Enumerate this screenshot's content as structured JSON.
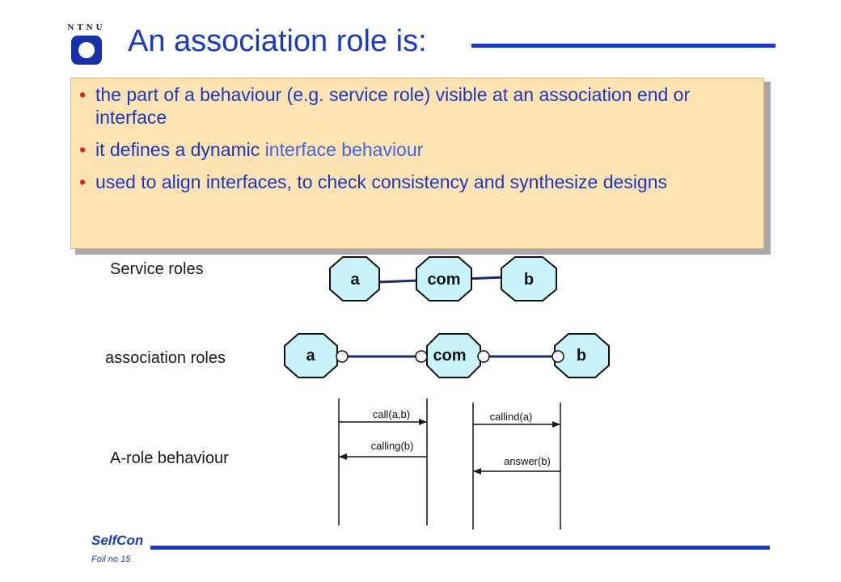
{
  "slide": {
    "logo_text": "NTNU",
    "title": "An association role is:",
    "bullets": [
      {
        "prefix": "the part of a behaviour (e.g. service role) visible at an association end or interface",
        "highlight": "",
        "suffix": ""
      },
      {
        "prefix": "it defines a dynamic ",
        "highlight": "interface behaviour",
        "suffix": ""
      },
      {
        "prefix": "used to align interfaces, to check consistency and synthesize designs",
        "highlight": "",
        "suffix": ""
      }
    ],
    "bullet_symbol": "•"
  },
  "diagram": {
    "service_roles_label": "Service roles",
    "association_roles_label": "association roles",
    "arole_behaviour_label": "A-role behaviour",
    "service_nodes": [
      "a",
      "com",
      "b"
    ],
    "association_nodes": [
      "a",
      "com",
      "b"
    ],
    "messages": {
      "call": "call(a,b)",
      "calling": "calling(b)",
      "callind": "callind(a)",
      "answer": "answer(b)"
    }
  },
  "footer": {
    "name": "SelfCon",
    "foil": "Foil no 15"
  },
  "colors": {
    "title_blue": "#1a39c8",
    "bullet_red": "#e0201e",
    "box_fill": "#fde2b2",
    "node_fill": "#c9f3fb",
    "link": "#1c2a6e"
  }
}
